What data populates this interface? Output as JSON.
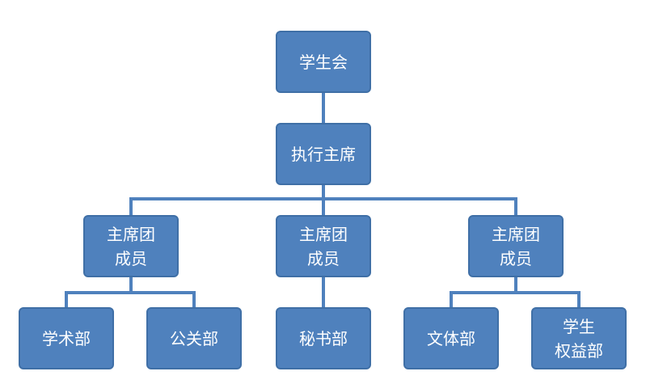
{
  "org_chart": {
    "root": {
      "label": "学生会"
    },
    "executive_chair": {
      "label": "执行主席"
    },
    "presidium": [
      {
        "line1": "主席团",
        "line2": "成员"
      },
      {
        "line1": "主席团",
        "line2": "成员"
      },
      {
        "line1": "主席团",
        "line2": "成员"
      }
    ],
    "departments": [
      {
        "line1": "学术部",
        "line2": ""
      },
      {
        "line1": "公关部",
        "line2": ""
      },
      {
        "line1": "秘书部",
        "line2": ""
      },
      {
        "line1": "文体部",
        "line2": ""
      },
      {
        "line1": "学生",
        "line2": "权益部"
      }
    ]
  },
  "colors": {
    "node_fill": "#4f81bd",
    "node_border": "#3f6fa6",
    "connector": "#4f81bd",
    "text": "#ffffff"
  }
}
